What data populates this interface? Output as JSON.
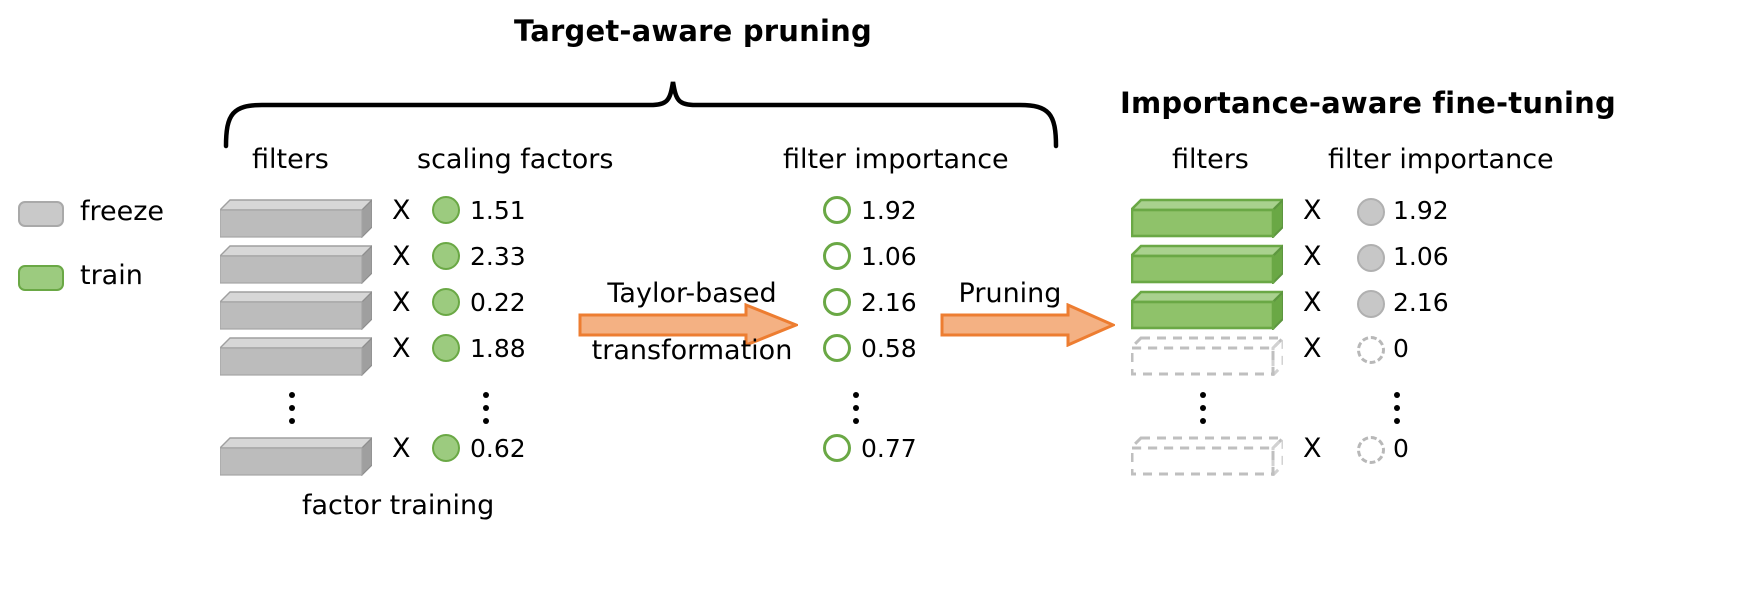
{
  "titles": {
    "left": "Target-aware  pruning",
    "right": "Importance-aware fine-tuning"
  },
  "legend": {
    "items": [
      {
        "label": "freeze",
        "swatch": "gray-rounded-rect",
        "color": "#c9c9c9"
      },
      {
        "label": "train",
        "swatch": "green-rounded-rect",
        "color": "#9ccb7f"
      }
    ]
  },
  "columns": {
    "filters_left": "filters",
    "scaling_factors": "scaling factors",
    "filter_importance_mid": "filter  importance",
    "filters_right": "filters",
    "filter_importance_right": "filter  importance"
  },
  "captions": {
    "factor_training": "factor training"
  },
  "arrows": [
    {
      "name": "taylor",
      "line1": "Taylor-based",
      "line2": "transformation",
      "color": "#ed7d31"
    },
    {
      "name": "pruning",
      "line1": "Pruning",
      "line2": "",
      "color": "#ed7d31"
    }
  ],
  "multiply_symbol": "X",
  "stage_left": {
    "rows": [
      {
        "filter": "gray-block",
        "x": "X",
        "circle": "green-fill",
        "value": "1.51"
      },
      {
        "filter": "gray-block",
        "x": "X",
        "circle": "green-fill",
        "value": "2.33"
      },
      {
        "filter": "gray-block",
        "x": "X",
        "circle": "green-fill",
        "value": "0.22"
      },
      {
        "filter": "gray-block",
        "x": "X",
        "circle": "green-fill",
        "value": "1.88"
      }
    ],
    "ellipsis": true,
    "last_row": {
      "filter": "gray-block",
      "x": "X",
      "circle": "green-fill",
      "value": "0.62"
    }
  },
  "stage_mid": {
    "rows": [
      {
        "circle": "green-open",
        "value": "1.92"
      },
      {
        "circle": "green-open",
        "value": "1.06"
      },
      {
        "circle": "green-open",
        "value": "2.16"
      },
      {
        "circle": "green-open",
        "value": "0.58"
      }
    ],
    "ellipsis": true,
    "last_row": {
      "circle": "green-open",
      "value": "0.77"
    }
  },
  "stage_right": {
    "rows": [
      {
        "filter": "green-block",
        "x": "X",
        "circle": "gray-fill",
        "value": "1.92"
      },
      {
        "filter": "green-block",
        "x": "X",
        "circle": "gray-fill",
        "value": "1.06"
      },
      {
        "filter": "green-block",
        "x": "X",
        "circle": "gray-fill",
        "value": "2.16"
      },
      {
        "filter": "dashed-block",
        "x": "X",
        "circle": "gray-dash",
        "value": "0"
      }
    ],
    "ellipsis": true,
    "last_row": {
      "filter": "dashed-block",
      "x": "X",
      "circle": "gray-dash",
      "value": "0"
    }
  },
  "colors": {
    "gray_filter_top": "#d7d7d7",
    "gray_filter_front": "#bcbcbc",
    "gray_filter_side": "#9f9f9f",
    "green_filter_top": "#a9d18e",
    "green_filter_front": "#8fc26a",
    "green_filter_side": "#6aa845",
    "green_stroke": "#6aa845",
    "arrow_fill": "#f4b183",
    "arrow_stroke": "#ed7d31",
    "dashed_gray": "#b8b8b8"
  }
}
